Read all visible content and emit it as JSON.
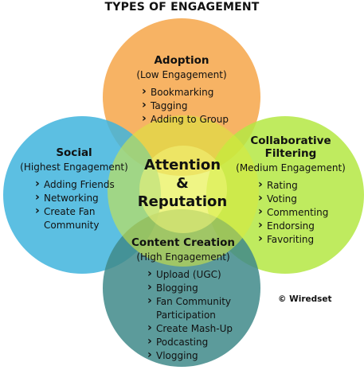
{
  "title": "TYPES OF ENGAGEMENT",
  "center": {
    "line1": "Attention",
    "line2": "&",
    "line3": "Reputation"
  },
  "circles": {
    "adoption": {
      "color": "#f6a84e",
      "heading": "Adoption",
      "sub": "(Low Engagement)",
      "items": [
        "Bookmarking",
        "Tagging",
        "Adding to Group"
      ]
    },
    "social": {
      "color": "#3fb4dd",
      "heading": "Social",
      "sub": "(Highest Engagement)",
      "items": [
        "Adding Friends",
        "Networking",
        "Create Fan Community"
      ]
    },
    "collaborative": {
      "color": "#b4e843",
      "heading": "Collaborative Filtering",
      "sub": "(Medium Engagement)",
      "items": [
        "Rating",
        "Voting",
        "Commenting",
        "Endorsing",
        "Favoriting"
      ]
    },
    "content": {
      "color": "#3f8a89",
      "heading": "Content Creation",
      "sub": "(High Engagement)",
      "items": [
        "Upload (UGC)",
        "Blogging",
        "Fan Community Participation",
        "Create Mash-Up",
        "Podcasting",
        "Vlogging"
      ]
    }
  },
  "copyright": "© Wiredset"
}
